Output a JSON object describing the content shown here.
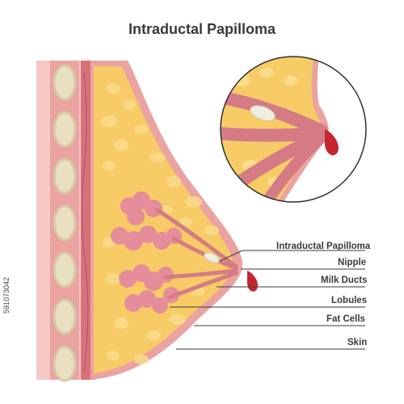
{
  "title": "Intraductal Papilloma",
  "labels": {
    "intraductal_papilloma": "Intraductal Papilloma",
    "nipple": "Nipple",
    "milk_ducts": "Milk Ducts",
    "lobules": "Lobules",
    "fat_cells": "Fat Cells",
    "skin": "Skin"
  },
  "side_id": "591073042",
  "colors": {
    "skin": "#eaa3a0",
    "fat": "#f7cb66",
    "fat_cell": "#fbdc8c",
    "muscle": "#d9707a",
    "rib": "#e9dfc2",
    "duct": "#d47b85",
    "lobule": "#e58d9b",
    "blood": "#c6262f",
    "papilloma": "#f0ede1",
    "line": "#3a3a3a"
  }
}
